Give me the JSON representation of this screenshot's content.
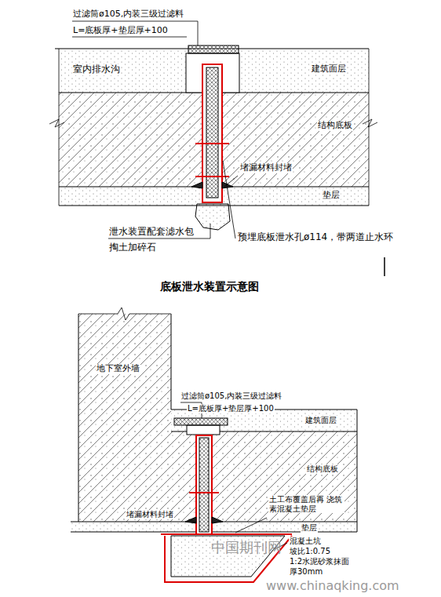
{
  "diagram": {
    "caption": "底板泄水装置示意图",
    "labels": [
      "过滤筒ø105,内装三级过滤料",
      "L=底板厚+垫层厚+100",
      "室内排水沟",
      "建筑面层",
      "结构底板",
      "堵漏材料封堵",
      "垫层",
      "泄水装置配套滤水包",
      "掏土加碎石",
      "预埋底板泄水孔ø114，带两道止水环",
      "地下室外墙",
      "过滤筒ø105,内装三级过滤料",
      "L=底板厚+垫层厚+100",
      "建筑面层",
      "结构底板",
      "土工布覆盖后再 浇筑素混凝土垫层",
      "堵漏材料封堵",
      "垫层",
      "混凝土坑",
      "坡比1:0.75",
      "1:2水泥砂浆抹面",
      "厚30mm",
      "中国期刊网",
      "www.chinaqking.com"
    ]
  }
}
